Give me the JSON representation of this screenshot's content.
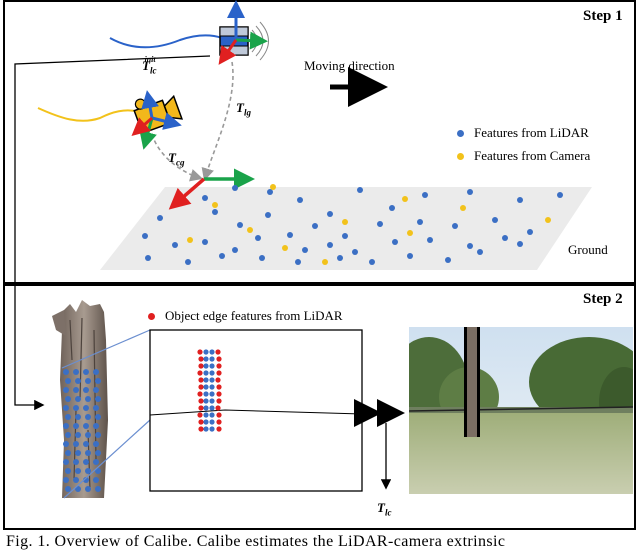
{
  "step1": {
    "title": "Step 1",
    "moving_direction": "Moving direction",
    "ground": "Ground",
    "legend": [
      {
        "label": "Features from LiDAR",
        "color": "#3b6fc4"
      },
      {
        "label": "Features from Camera",
        "color": "#f2c21b"
      }
    ],
    "transforms": {
      "t_lc_init": {
        "base": "T",
        "sub": "lc",
        "sup": "init"
      },
      "t_lg": {
        "base": "T",
        "sub": "lg"
      },
      "t_cg": {
        "base": "T",
        "sub": "cg"
      }
    }
  },
  "step2": {
    "title": "Step 2",
    "legend": {
      "label": "Object edge features from LiDAR",
      "color": "#e02020"
    },
    "t_lc": {
      "base": "T",
      "sub": "lc"
    }
  },
  "caption": "Fig. 1. Overview of Calibe. Calibe estimates the LiDAR-camera extrinsic"
}
